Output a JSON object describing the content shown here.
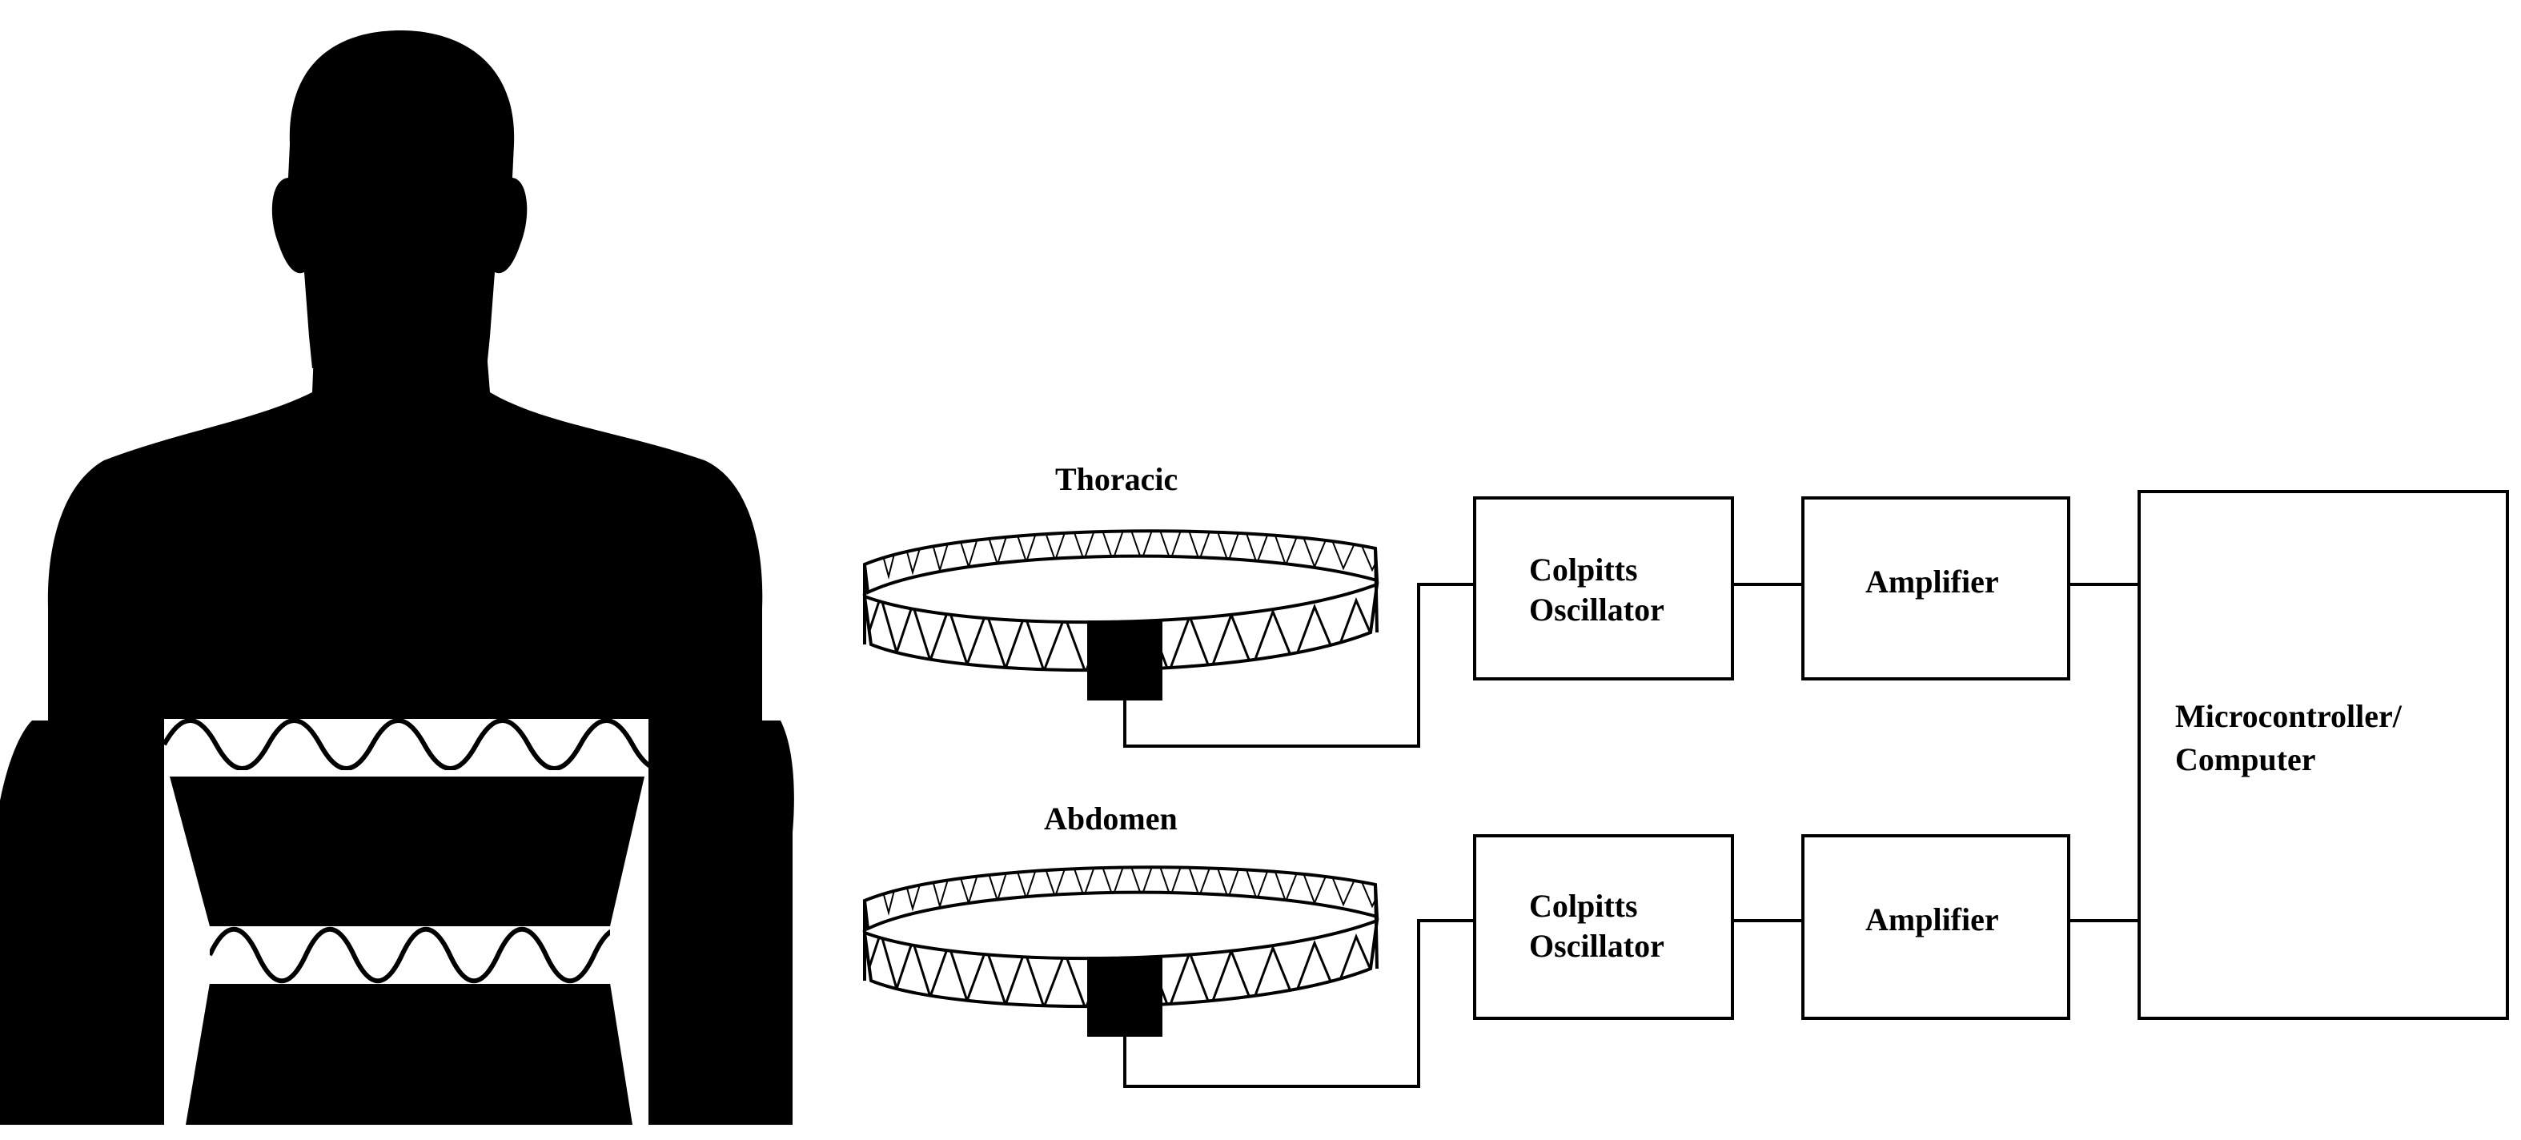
{
  "belts": {
    "thoracic_label": "Thoracic",
    "abdomen_label": "Abdomen"
  },
  "blocks": {
    "oscillator_top": [
      "Colpitts",
      "Oscillator"
    ],
    "oscillator_bottom": [
      "Colpitts",
      "Oscillator"
    ],
    "amplifier_top": "Amplifier",
    "amplifier_bottom": "Amplifier",
    "controller": [
      "Microcontroller/",
      "Computer"
    ]
  },
  "icons": [
    "human-silhouette-icon",
    "sinusoidal-belt-icon",
    "sensor-module-icon"
  ],
  "colors": {
    "ink": "#000000",
    "background": "#ffffff"
  }
}
